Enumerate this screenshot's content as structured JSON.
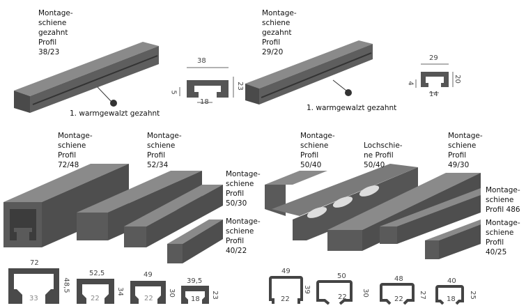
{
  "top_left": {
    "label": "Montage-\nschiene\ngezahnt\nProfil\n38/23",
    "callout": "1",
    "caption": "1. warmgewalzt gezahnt",
    "dims": {
      "width": "38",
      "height": "23",
      "lip": "5",
      "slot": "18"
    }
  },
  "top_right": {
    "label": "Montage-\nschiene\ngezahnt\nProfil\n29/20",
    "callout": "1",
    "caption": "1. warmgewalzt gezahnt",
    "dims": {
      "width": "29",
      "height": "20",
      "lip": "4",
      "slot": "14"
    }
  },
  "bottom_left": {
    "labels": [
      "Montage-\nschiene\nProfil\n72/48",
      "Montage-\nschiene\nProfil\n52/34",
      "Montage-\nschiene\nProfil\n50/30",
      "Montage-\nschiene\nProfil\n40/22"
    ],
    "profiles": [
      {
        "w": "72",
        "h": "48,5",
        "s": "33"
      },
      {
        "w": "52,5",
        "h": "34",
        "s": "22"
      },
      {
        "w": "49",
        "h": "30",
        "s": "22"
      },
      {
        "w": "39,5",
        "h": "23",
        "s": "18"
      }
    ]
  },
  "bottom_right": {
    "labels": [
      "Montage-\nschiene\nProfil\n50/40",
      "Lochschie-\nne Profil\n50/40",
      "Montage-\nschiene\nProfil\n49/30",
      "Montage-\nschiene\nProfil 486",
      "Montage-\nschiene\nProfil\n40/25"
    ],
    "profiles": [
      {
        "w": "49",
        "h": "39",
        "s": "22"
      },
      {
        "w": "50",
        "h": "30",
        "s": "22"
      },
      {
        "w": "48",
        "h": "27",
        "s": "22"
      },
      {
        "w": "40",
        "h": "25",
        "s": "18"
      }
    ]
  },
  "colors": {
    "rail": "#5a5a5a",
    "rail_top": "#8a8a8a",
    "rail_dark": "#3c3c3c"
  }
}
